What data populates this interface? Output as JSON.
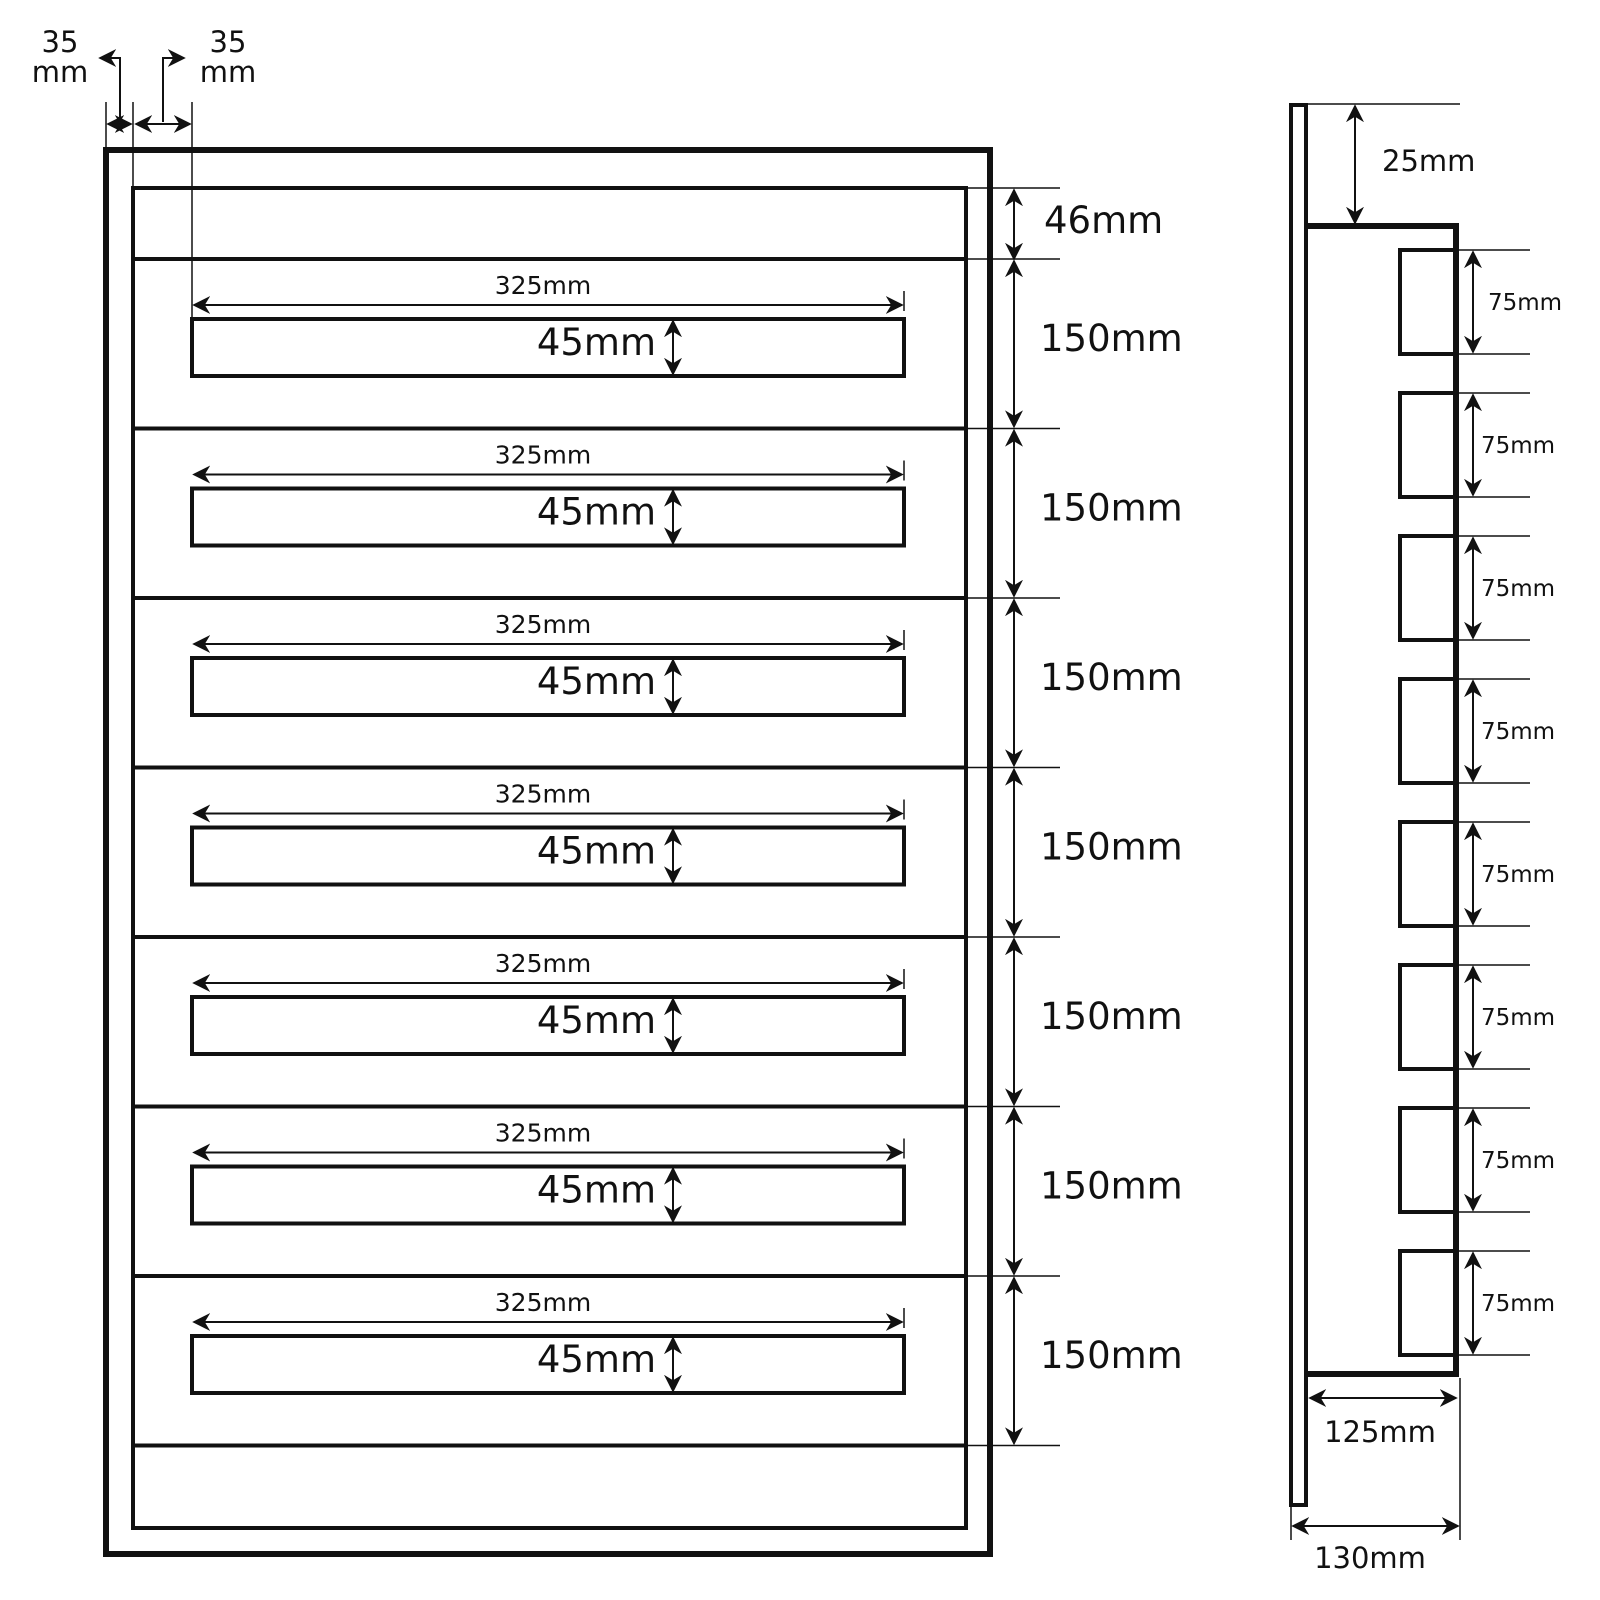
{
  "front_view": {
    "side_margin_labels": [
      {
        "value": "35",
        "unit": "mm"
      },
      {
        "value": "35",
        "unit": "mm"
      }
    ],
    "top_gap_label": "46mm",
    "shelf_pitch_label": "150mm",
    "shelf_count": 7,
    "slot_width_label": "325mm",
    "slot_height_label": "45mm"
  },
  "side_view": {
    "top_offset_label": "25mm",
    "bracket_height_label": "75mm",
    "bracket_count": 8,
    "inner_depth_label": "125mm",
    "total_depth_label": "130mm"
  },
  "colors": {
    "line": "#111111",
    "background": "#ffffff"
  }
}
